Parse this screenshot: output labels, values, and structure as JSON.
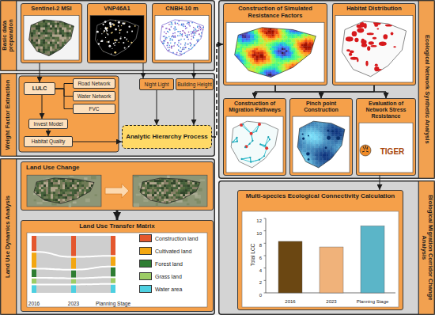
{
  "diagram": {
    "nodes": [
      {
        "text": [
          "Basic data preparation"
        ]
      },
      {
        "text": [
          "Sentinel-2 MSI"
        ],
        "in": 0
      },
      {
        "text": [
          "VNP46A1"
        ],
        "in": 0
      },
      {
        "text": [
          "CNBH-10 m"
        ],
        "in": 0
      },
      {
        "text": [
          "Weight Factor Extraction"
        ]
      },
      {
        "text": [
          "LULC"
        ],
        "in": 4
      },
      {
        "text": [
          "Road Network"
        ],
        "in": 4
      },
      {
        "text": [
          "Water Network"
        ],
        "in": 4
      },
      {
        "text": [
          "FVC"
        ],
        "in": 4
      },
      {
        "text": [
          "Invest Model"
        ],
        "in": 4
      },
      {
        "text": [
          "Habitat Quality"
        ],
        "in": 4
      },
      {
        "text": [
          "Night Light"
        ],
        "in": 4
      },
      {
        "text": [
          "Building Height"
        ],
        "in": 4
      },
      {
        "text": [
          "Analytic Hierarchy Process"
        ],
        "in": 4
      },
      {
        "text": [
          "Land Use Dynamics Analysis"
        ]
      },
      {
        "text": [
          "Land Use Change"
        ],
        "in": 14
      },
      {
        "text": [
          "Land Use Transfer Matrix"
        ],
        "in": 14
      },
      {
        "text": [
          "Ecological Network Synthetic Analysis"
        ]
      },
      {
        "text": [
          "Construction of Simulated Resistance Factors"
        ],
        "in": 17
      },
      {
        "text": [
          "Habitat Distribution"
        ],
        "in": 17
      },
      {
        "text": [
          "Construction of Migration Pathways"
        ],
        "in": 17
      },
      {
        "text": [
          "Pinch point Construction"
        ],
        "in": 17
      },
      {
        "text": [
          "Evaluation of Network Stress Resistance"
        ],
        "in": 17
      },
      {
        "text": [
          "Biological Migration Corridor Change Analysis"
        ]
      },
      {
        "text": [
          "Multi-species Ecological Connectivity Calculation"
        ],
        "in": 23
      }
    ],
    "edges": [
      {
        "from": 1,
        "to": 5,
        "arrow": "to"
      },
      {
        "from": 2,
        "to": 11,
        "arrow": "to"
      },
      {
        "from": 3,
        "to": 12,
        "arrow": "to"
      },
      {
        "from": 5,
        "to": 6,
        "arrow": "none"
      },
      {
        "from": 5,
        "to": 7,
        "arrow": "none"
      },
      {
        "from": 5,
        "to": 8,
        "arrow": "none"
      },
      {
        "from": 5,
        "to": 9,
        "arrow": "to"
      },
      {
        "from": 9,
        "to": 10,
        "arrow": "to"
      },
      {
        "from": 10,
        "to": 13,
        "arrow": "to"
      },
      {
        "from": 11,
        "to": 13,
        "arrow": "to"
      },
      {
        "from": 12,
        "to": 13,
        "arrow": "to"
      },
      {
        "from": 13,
        "to": 18,
        "arrow": "to"
      },
      {
        "from": 18,
        "to": 20,
        "arrow": "to"
      },
      {
        "from": 18,
        "to": 21,
        "arrow": "to"
      },
      {
        "from": 18,
        "to": 22,
        "arrow": "to"
      },
      {
        "from": 19,
        "to": 20,
        "arrow": "to"
      },
      {
        "from": 19,
        "to": 21,
        "arrow": "to"
      },
      {
        "from": 19,
        "to": 22,
        "arrow": "to"
      },
      {
        "from": 22,
        "to": 24,
        "arrow": "to"
      },
      {
        "from": 15,
        "to": 16,
        "arrow": "to"
      }
    ],
    "labels": [
      "2016",
      "2023",
      "Planning Stage",
      "TIGER",
      "Total LCC",
      "0",
      "2",
      "4",
      "6",
      "8",
      "10",
      "12",
      "2016",
      "2023",
      "Planning Stage"
    ],
    "legend": [
      {
        "text": "Construction land",
        "color": "#e4572e"
      },
      {
        "text": "Cultivated land",
        "color": "#f3a712"
      },
      {
        "text": "Forest land",
        "color": "#2e7d32"
      },
      {
        "text": "Grass land",
        "color": "#9ccc65"
      },
      {
        "text": "Water area",
        "color": "#4dd0e1"
      }
    ]
  }
}
